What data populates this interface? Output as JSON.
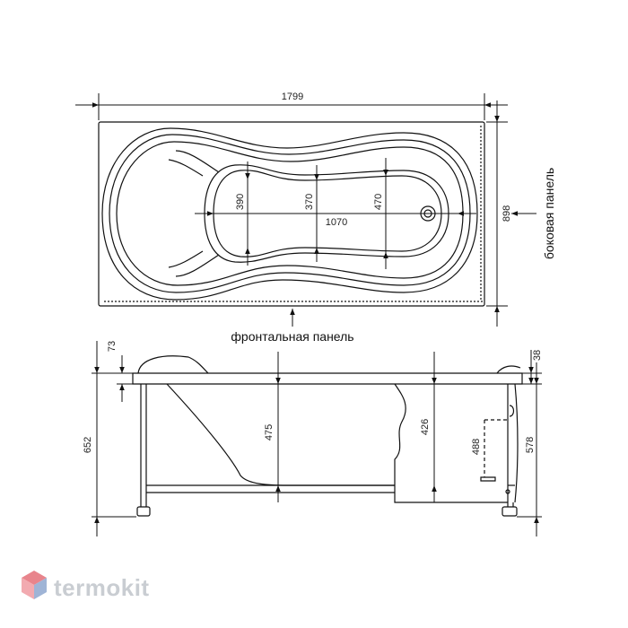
{
  "top_view": {
    "length": "1799",
    "width": "898",
    "depth_a": "390",
    "depth_b": "370",
    "depth_c": "470",
    "inner_length": "1070",
    "side_panel_caption": "боковая панель",
    "front_panel_caption": "фронтальная панель"
  },
  "side_view": {
    "rim_height": "73",
    "total_height": "652",
    "depth_left": "475",
    "depth_right": "426",
    "drain_height": "488",
    "rim_right": "38",
    "height_right": "578"
  },
  "watermark": {
    "text": "termokit",
    "colors": [
      "#e8848c",
      "#9fb4d6",
      "#c9cdd2"
    ]
  }
}
